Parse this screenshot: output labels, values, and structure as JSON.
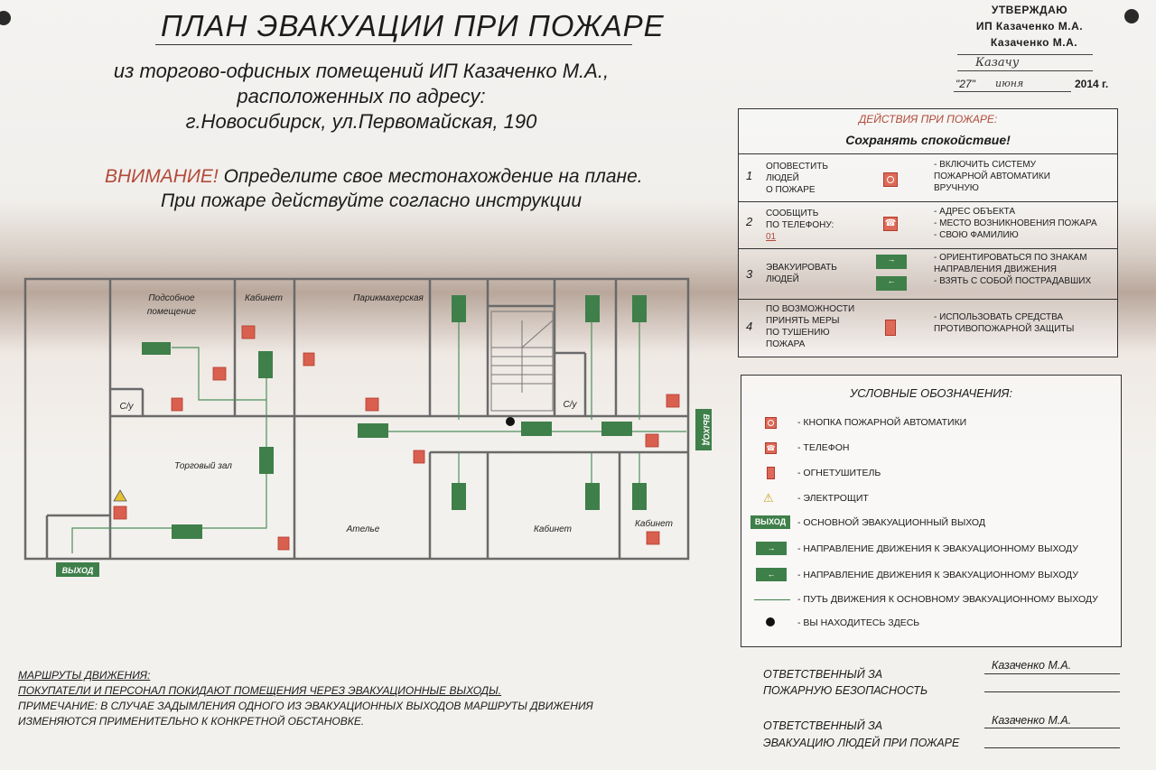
{
  "title": "ПЛАН ЭВАКУАЦИИ ПРИ ПОЖАРЕ",
  "subtitle_lines": [
    "из торгово-офисных помещений ИП Казаченко М.А.,",
    "расположенных по адресу:",
    "г.Новосибирск, ул.Первомайская, 190"
  ],
  "warning": {
    "red": "ВНИМАНИЕ!",
    "line1": " Определите свое местонахождение на плане.",
    "line2": "При пожаре действуйте согласно инструкции"
  },
  "approval": {
    "heading": "УТВЕРЖДАЮ",
    "org": "ИП Казаченко М.А.",
    "person": "Казаченко М.А.",
    "signature": "Казачу",
    "day": "\"27\"",
    "month": "июня",
    "year": "2014 г."
  },
  "actions": {
    "heading": "ДЕЙСТВИЯ ПРИ ПОЖАРЕ:",
    "subheading": "Сохранять спокойствие!",
    "rows": [
      {
        "num": "1",
        "action": [
          "ОПОВЕСТИТЬ",
          "ЛЮДЕЙ",
          "О ПОЖАРЕ"
        ],
        "result": [
          "- ВКЛЮЧИТЬ СИСТЕМУ",
          "ПОЖАРНОЙ АВТОМАТИКИ",
          "ВРУЧНУЮ"
        ],
        "icon": "alarm-button-icon"
      },
      {
        "num": "2",
        "action": [
          "СООБЩИТЬ",
          "ПО ТЕЛЕФОНУ:"
        ],
        "phone": "01",
        "result": [
          "- АДРЕС ОБЪЕКТА",
          "- МЕСТО ВОЗНИКНОВЕНИЯ ПОЖАРА",
          "- СВОЮ ФАМИЛИЮ"
        ],
        "icon": "phone-icon"
      },
      {
        "num": "3",
        "action": [
          "ЭВАКУИРОВАТЬ",
          "ЛЮДЕЙ"
        ],
        "result": [
          "- ОРИЕНТИРОВАТЬСЯ ПО ЗНАКАМ",
          "НАПРАВЛЕНИЯ ДВИЖЕНИЯ",
          "- ВЗЯТЬ С СОБОЙ ПОСТРАДАВШИХ"
        ],
        "icon": "exit-direction-icon"
      },
      {
        "num": "4",
        "action": [
          "ПО ВОЗМОЖНОСТИ",
          "ПРИНЯТЬ МЕРЫ",
          "ПО ТУШЕНИЮ",
          "ПОЖАРА"
        ],
        "result": [
          "- ИСПОЛЬЗОВАТЬ СРЕДСТВА",
          "ПРОТИВОПОЖАРНОЙ ЗАЩИТЫ"
        ],
        "icon": "extinguisher-icon"
      }
    ]
  },
  "legend": {
    "title": "УСЛОВНЫЕ ОБОЗНАЧЕНИЯ:",
    "items": [
      {
        "icon": "alarm-button-icon",
        "label": "- КНОПКА ПОЖАРНОЙ АВТОМАТИКИ"
      },
      {
        "icon": "phone-icon",
        "label": "- ТЕЛЕФОН"
      },
      {
        "icon": "extinguisher-icon",
        "label": "- ОГНЕТУШИТЕЛЬ"
      },
      {
        "icon": "electrical-panel-icon",
        "label": "- ЭЛЕКТРОЩИТ"
      },
      {
        "icon": "main-exit-icon",
        "label": "- ОСНОВНОЙ ЭВАКУАЦИОННЫЙ ВЫХОД"
      },
      {
        "icon": "exit-direction-icon",
        "label": "- НАПРАВЛЕНИЕ ДВИЖЕНИЯ К ЭВАКУАЦИОННОМУ ВЫХОДУ"
      },
      {
        "icon": "exit-direction-icon",
        "label": "- НАПРАВЛЕНИЕ ДВИЖЕНИЯ К ЭВАКУАЦИОННОМУ ВЫХОДУ"
      },
      {
        "icon": "route-line-icon",
        "label": "- ПУТЬ ДВИЖЕНИЯ К ОСНОВНОМУ ЭВАКУАЦИОННОМУ ВЫХОДУ"
      },
      {
        "icon": "you-are-here-icon",
        "label": "- ВЫ НАХОДИТЕСЬ ЗДЕСЬ"
      }
    ],
    "exit_label": "ВЫХОД"
  },
  "plan": {
    "rooms": {
      "podsobnoe1": "Подсобное",
      "podsobnoe2": "помещение",
      "kabinet_top": "Кабинет",
      "parikmaherskaya": "Парикмахерская",
      "torgovyi_zal": "Торговый зал",
      "atelye": "Ателье",
      "kabinet_bottom": "Кабинет",
      "kabinet_right": "Кабинет",
      "su_left": "С/у",
      "su_right": "С/у"
    },
    "exit_left": "ВЫХОД",
    "exit_right": "ВЫХОД"
  },
  "notes": {
    "heading": "МАРШРУТЫ ДВИЖЕНИЯ:",
    "line1": "ПОКУПАТЕЛИ И ПЕРСОНАЛ ПОКИДАЮТ ПОМЕЩЕНИЯ ЧЕРЕЗ ЭВАКУАЦИОННЫЕ ВЫХОДЫ.",
    "line2": "ПРИМЕЧАНИЕ: В СЛУЧАЕ ЗАДЫМЛЕНИЯ ОДНОГО ИЗ ЭВАКУАЦИОННЫХ ВЫХОДОВ МАРШРУТЫ ДВИЖЕНИЯ",
    "line3": "ИЗМЕНЯЮТСЯ ПРИМЕНИТЕЛЬНО К КОНКРЕТНОЙ ОБСТАНОВКЕ."
  },
  "responsible": {
    "fire_safety_1": "ОТВЕТСТВЕННЫЙ ЗА",
    "fire_safety_2": "ПОЖАРНУЮ БЕЗОПАСНОСТЬ",
    "fire_safety_name": "Казаченко М.А.",
    "evac_1": "ОТВЕТСТВЕННЫЙ ЗА",
    "evac_2": "ЭВАКУАЦИЮ ЛЮДЕЙ ПРИ ПОЖАРЕ",
    "evac_name": "Казаченко М.А."
  },
  "colors": {
    "green": "#3f7f4a",
    "red": "#d9604f",
    "accent_red": "#b24a3a",
    "line": "#555555"
  }
}
